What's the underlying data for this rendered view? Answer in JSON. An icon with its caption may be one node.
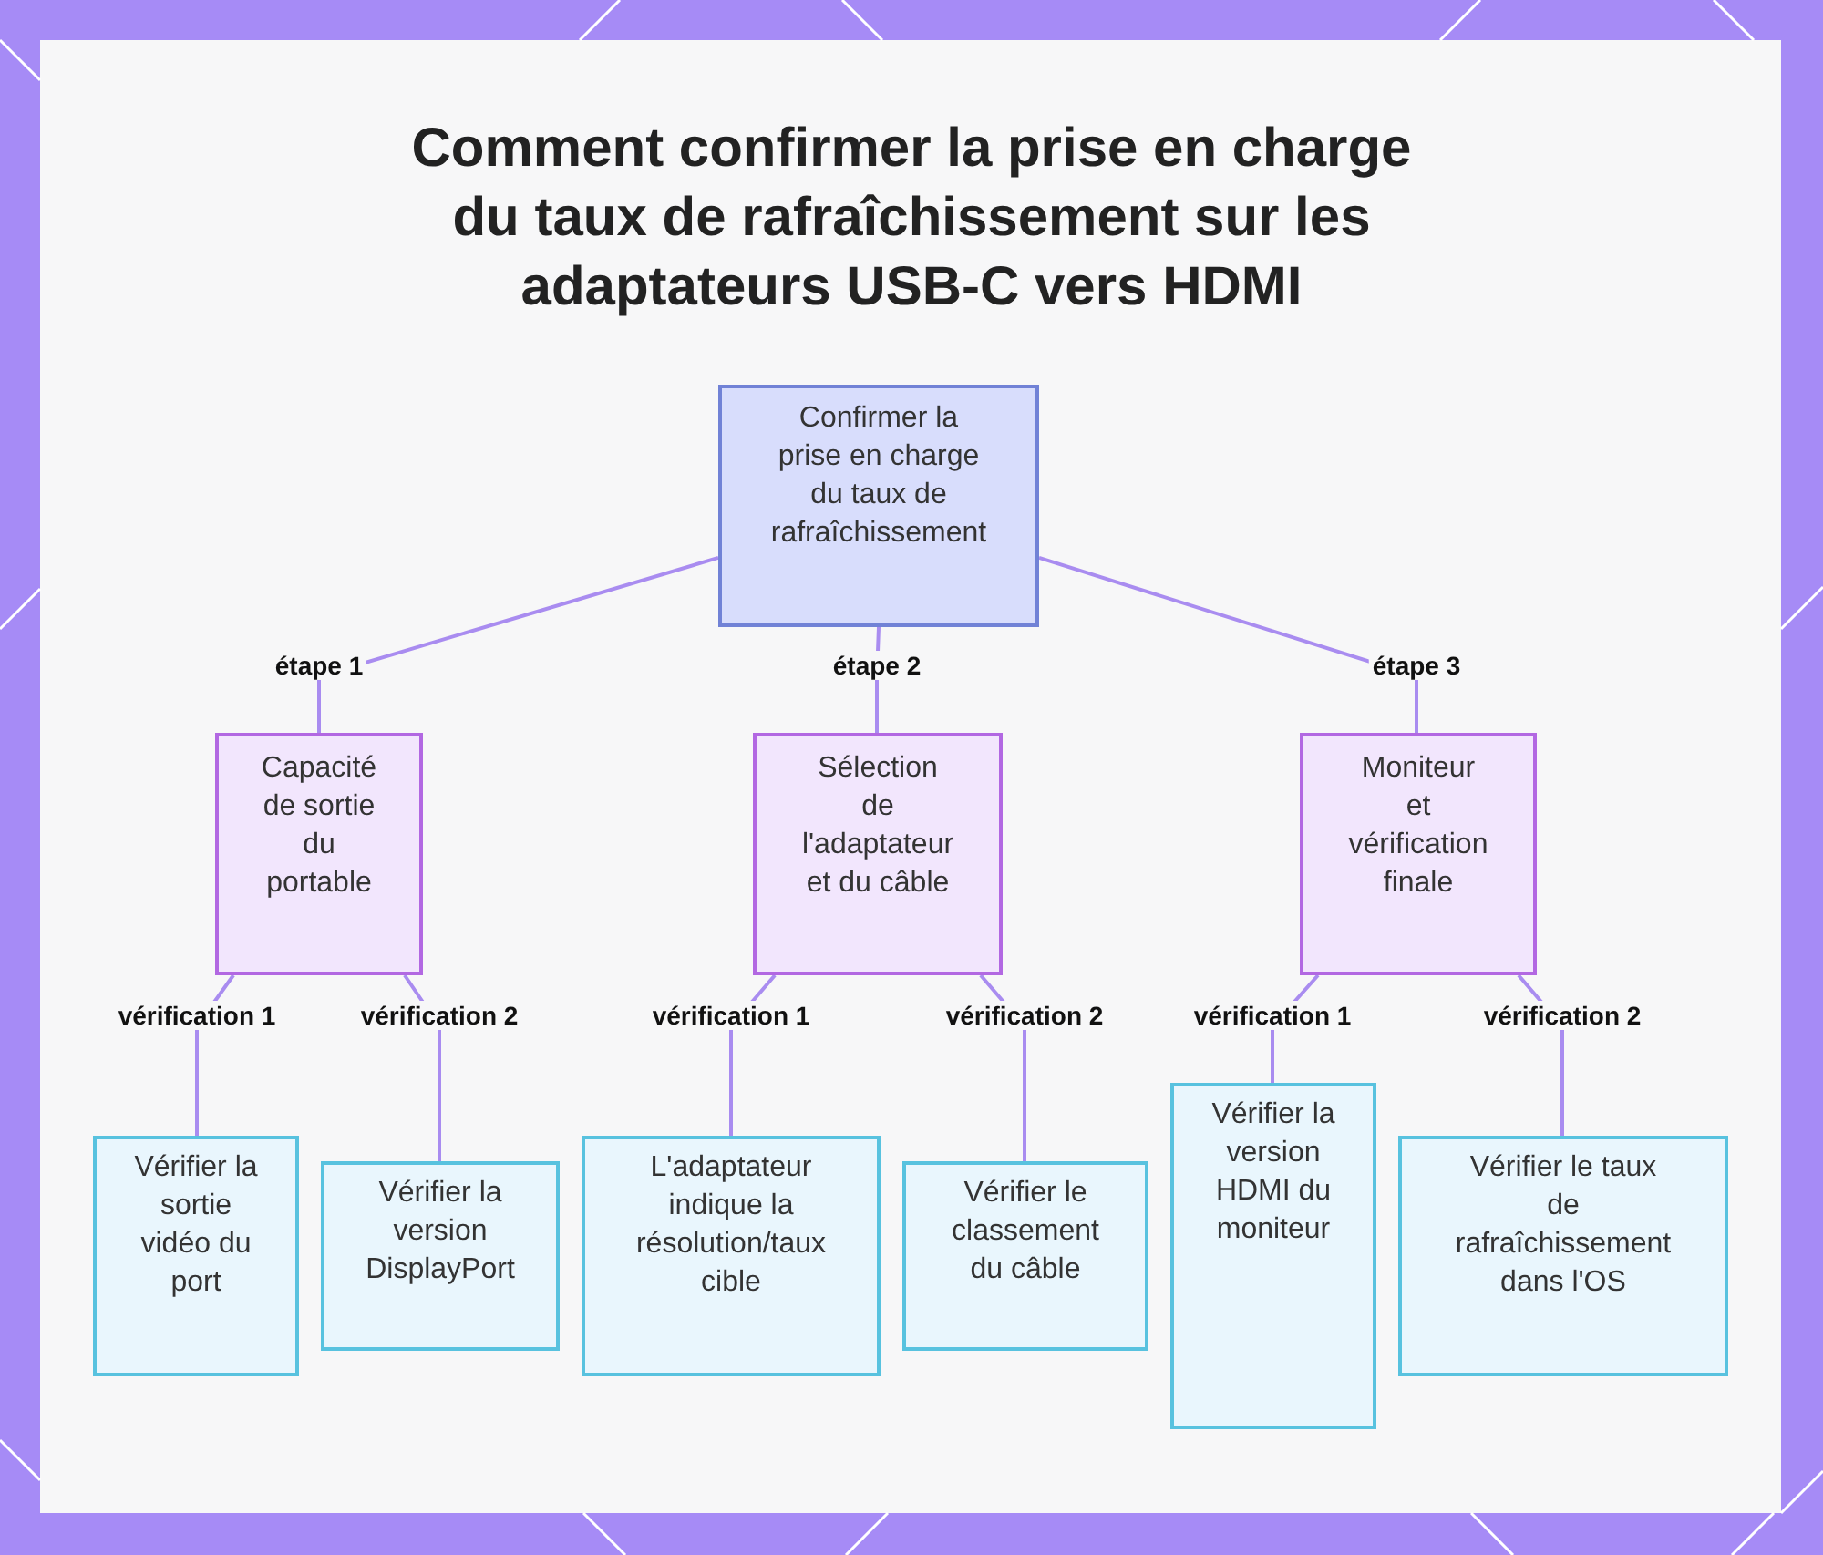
{
  "diagram": {
    "title": "Comment confirmer la prise en charge du taux de rafraîchissement sur les adaptateurs USB-C vers HDMI",
    "nodes": [
      {
        "text": [
          "Confirmer la prise en charge du taux de rafraîchissement"
        ]
      },
      {
        "text": [
          "Capacité de sortie du portable"
        ]
      },
      {
        "text": [
          "Sélection de l'adaptateur et du câble"
        ]
      },
      {
        "text": [
          "Moniteur et vérification finale"
        ]
      },
      {
        "text": [
          "Vérifier la sortie vidéo du port"
        ]
      },
      {
        "text": [
          "Vérifier la version DisplayPort"
        ]
      },
      {
        "text": [
          "L'adaptateur indique la résolution/taux cible"
        ]
      },
      {
        "text": [
          "Vérifier le classement du câble"
        ]
      },
      {
        "text": [
          "Vérifier la version HDMI du moniteur"
        ]
      },
      {
        "text": [
          "Vérifier le taux de rafraîchissement dans l'OS"
        ]
      }
    ],
    "edges": [
      {
        "from": 0,
        "to": 1,
        "arrow": "none",
        "label": "étape 1"
      },
      {
        "from": 0,
        "to": 2,
        "arrow": "none",
        "label": "étape 2"
      },
      {
        "from": 0,
        "to": 3,
        "arrow": "none",
        "label": "étape 3"
      },
      {
        "from": 1,
        "to": 4,
        "arrow": "none",
        "label": "vérification 1"
      },
      {
        "from": 1,
        "to": 5,
        "arrow": "none",
        "label": "vérification 2"
      },
      {
        "from": 2,
        "to": 6,
        "arrow": "none",
        "label": "vérification 1"
      },
      {
        "from": 2,
        "to": 7,
        "arrow": "none",
        "label": "vérification 2"
      },
      {
        "from": 3,
        "to": 8,
        "arrow": "none",
        "label": "vérification 1"
      },
      {
        "from": 3,
        "to": 9,
        "arrow": "none",
        "label": "vérification 2"
      }
    ]
  }
}
